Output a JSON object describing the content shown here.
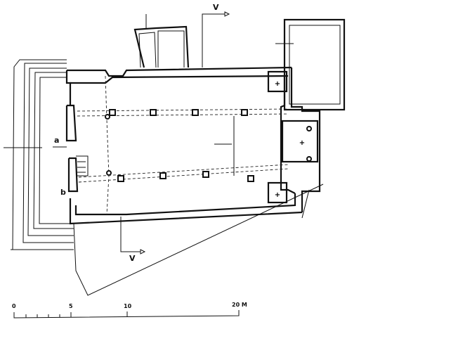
{
  "plan": {
    "section_marker_top": "V",
    "section_marker_bottom": "V",
    "entrance_a": "a",
    "entrance_b": "b"
  },
  "scale_bar": {
    "ticks": [
      "0",
      "5",
      "10",
      "20 M"
    ]
  }
}
